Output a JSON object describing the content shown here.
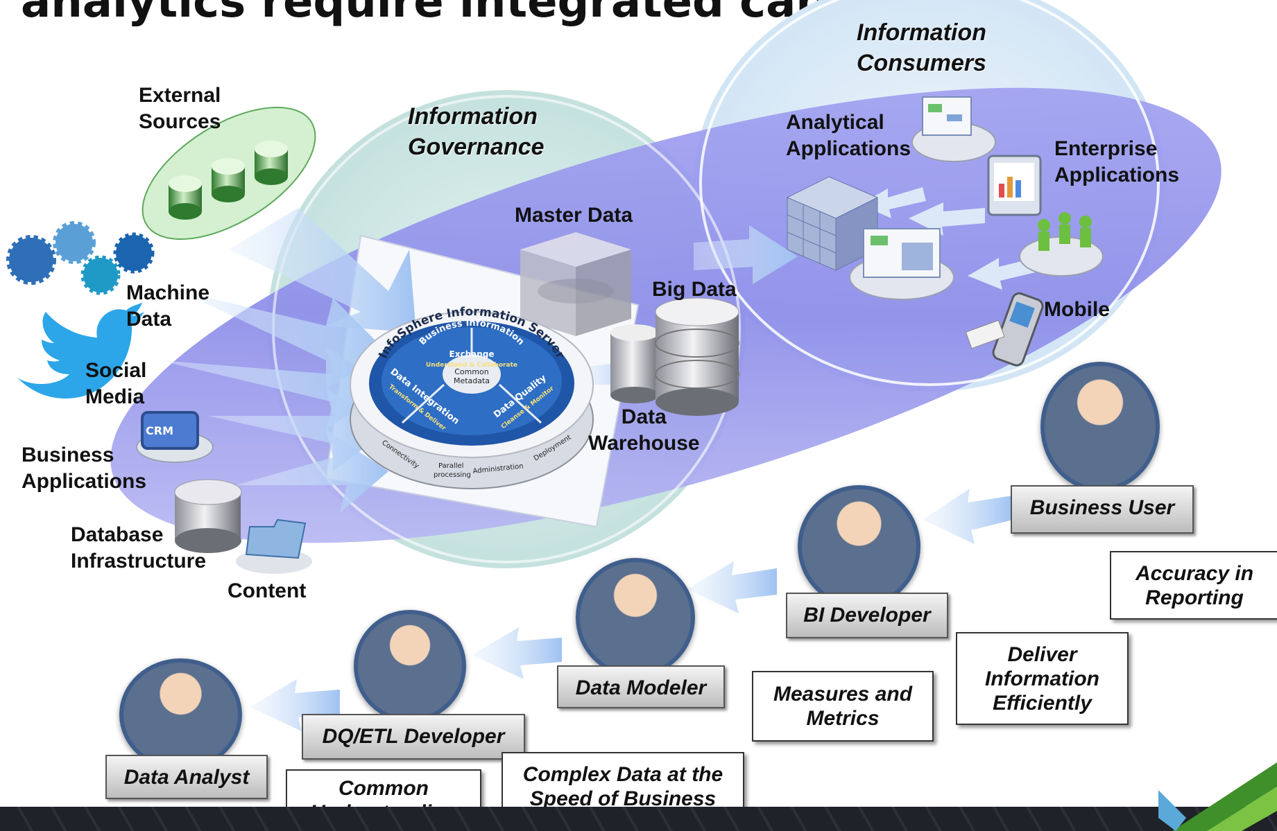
{
  "title": "analytics require integrated capabilities",
  "sections": {
    "governance": [
      "Information",
      "Governance"
    ],
    "consumers": [
      "Information",
      "Consumers"
    ]
  },
  "sources": {
    "external": [
      "External",
      "Sources"
    ],
    "machine": [
      "Machine",
      "Data"
    ],
    "social": [
      "Social",
      "Media"
    ],
    "business_apps": [
      "Business",
      "Applications"
    ],
    "database": [
      "Database",
      "Infrastructure"
    ],
    "content": "Content"
  },
  "stores": {
    "master_data": "Master Data",
    "big_data": "Big Data",
    "warehouse": [
      "Data",
      "Warehouse"
    ]
  },
  "consumers": {
    "analytical": [
      "Analytical",
      "Applications"
    ],
    "enterprise": [
      "Enterprise",
      "Applications"
    ],
    "mobile": "Mobile"
  },
  "server": {
    "ring_title": "InfoSphere Information Server",
    "top_segment": [
      "Business Information",
      "Exchange",
      "Understand & Collaborate"
    ],
    "left_segment": [
      "Data Integration",
      "Transform & Deliver"
    ],
    "right_segment": [
      "Data Quality",
      "Cleanse & Monitor"
    ],
    "center": [
      "Common",
      "Metadata"
    ],
    "base": [
      "Connectivity",
      "Parallel",
      "processing",
      "Administration",
      "Deployment"
    ],
    "crm_label": "CRM"
  },
  "roles": {
    "business_user": "Business User",
    "bi_developer": "BI Developer",
    "data_modeler": "Data Modeler",
    "dq_etl": "DQ/ETL Developer",
    "data_analyst": "Data Analyst"
  },
  "callouts": {
    "accuracy": [
      "Accuracy in",
      "Reporting"
    ],
    "deliver": [
      "Deliver",
      "Information",
      "Efficiently"
    ],
    "measures": [
      "Measures and",
      "Metrics"
    ],
    "complex": [
      "Complex Data at the",
      "Speed of Business"
    ],
    "common": [
      "Common",
      "Understanding"
    ]
  },
  "colors": {
    "ellipse": "#8c8cee",
    "governance": "#cfe8e6",
    "consumers": "#dcebf7",
    "arrow": "#b9d3f5",
    "server_core": "#2e62b0",
    "role_border": "#555555"
  }
}
